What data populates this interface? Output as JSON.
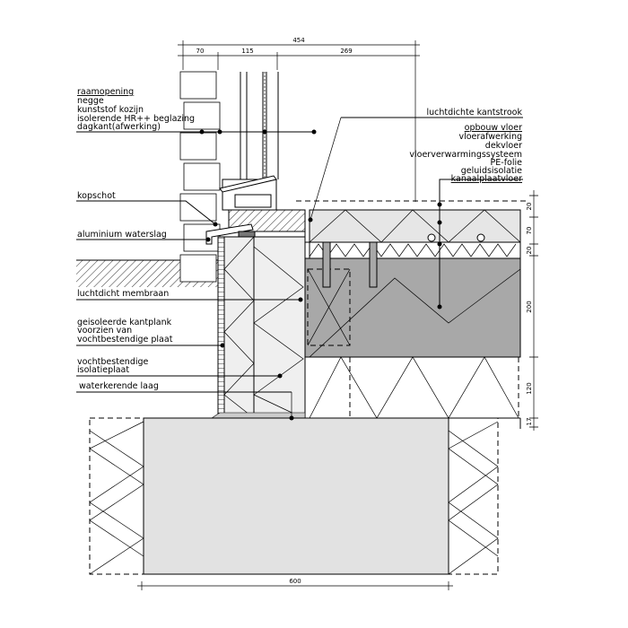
{
  "dimensions": {
    "top_total": "454",
    "top_parts": [
      "70",
      "115",
      "269"
    ],
    "right": [
      "20",
      "70",
      "20",
      "200",
      "120",
      "17"
    ],
    "bottom": "600"
  },
  "labels_left": {
    "group1": [
      "raamopening",
      "negge",
      "kunststof kozijn",
      "isolerende HR++ beglazing",
      "dagkant(afwerking)"
    ],
    "kopschot": "kopschot",
    "waterslag": "aluminium waterslag",
    "membraan": "luchtdicht membraan",
    "kantplank": [
      "geisoleerde kantplank",
      "voorzien van",
      "vochtbestendige plaat"
    ],
    "isolatieplaat": [
      "vochtbestendige",
      "isolatieplaat"
    ],
    "waterkerend": "waterkerende laag"
  },
  "labels_right": {
    "kantstrook": "luchtdichte kantstrook",
    "floor": [
      "opbouw vloer",
      "vloerafwerking",
      "dekvloer",
      "vloerverwarmingssysteem",
      "PE-folie",
      "geluidsisolatie",
      "kanaalplaatvloer"
    ]
  },
  "colors": {
    "light": "#e6e6e6",
    "dark": "#a8a8a8",
    "foundation": "#e2e2e2"
  }
}
